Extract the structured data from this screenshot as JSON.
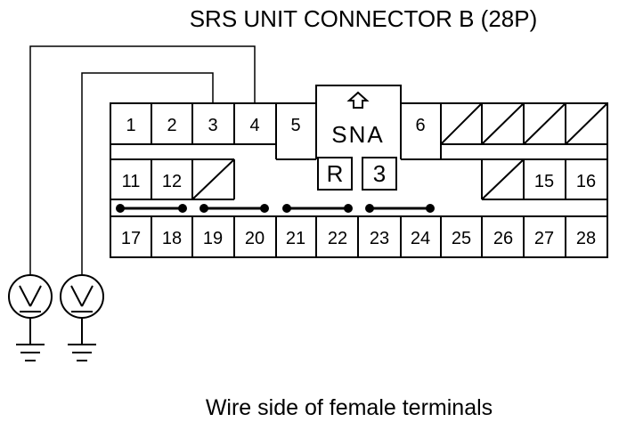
{
  "title": "SRS UNIT CONNECTOR B (28P)",
  "caption": "Wire side of female terminals",
  "connector": {
    "row1": [
      "1",
      "2",
      "3",
      "4",
      "5",
      "6"
    ],
    "row2": [
      "11",
      "12",
      "15",
      "16"
    ],
    "row3": [
      "17",
      "18",
      "19",
      "20",
      "21",
      "22",
      "23",
      "24",
      "25",
      "26",
      "27",
      "28"
    ],
    "lock_label": "SNA",
    "lock_arrow_icon": "up-arrow-icon",
    "key_r": "R",
    "key_3": "3"
  },
  "voltmeters": [
    {
      "icon": "voltmeter-icon",
      "symbol": "V",
      "probe_pin": "4"
    },
    {
      "icon": "voltmeter-icon",
      "symbol": "V",
      "probe_pin": "3"
    }
  ],
  "ground_icon": "ground-icon"
}
